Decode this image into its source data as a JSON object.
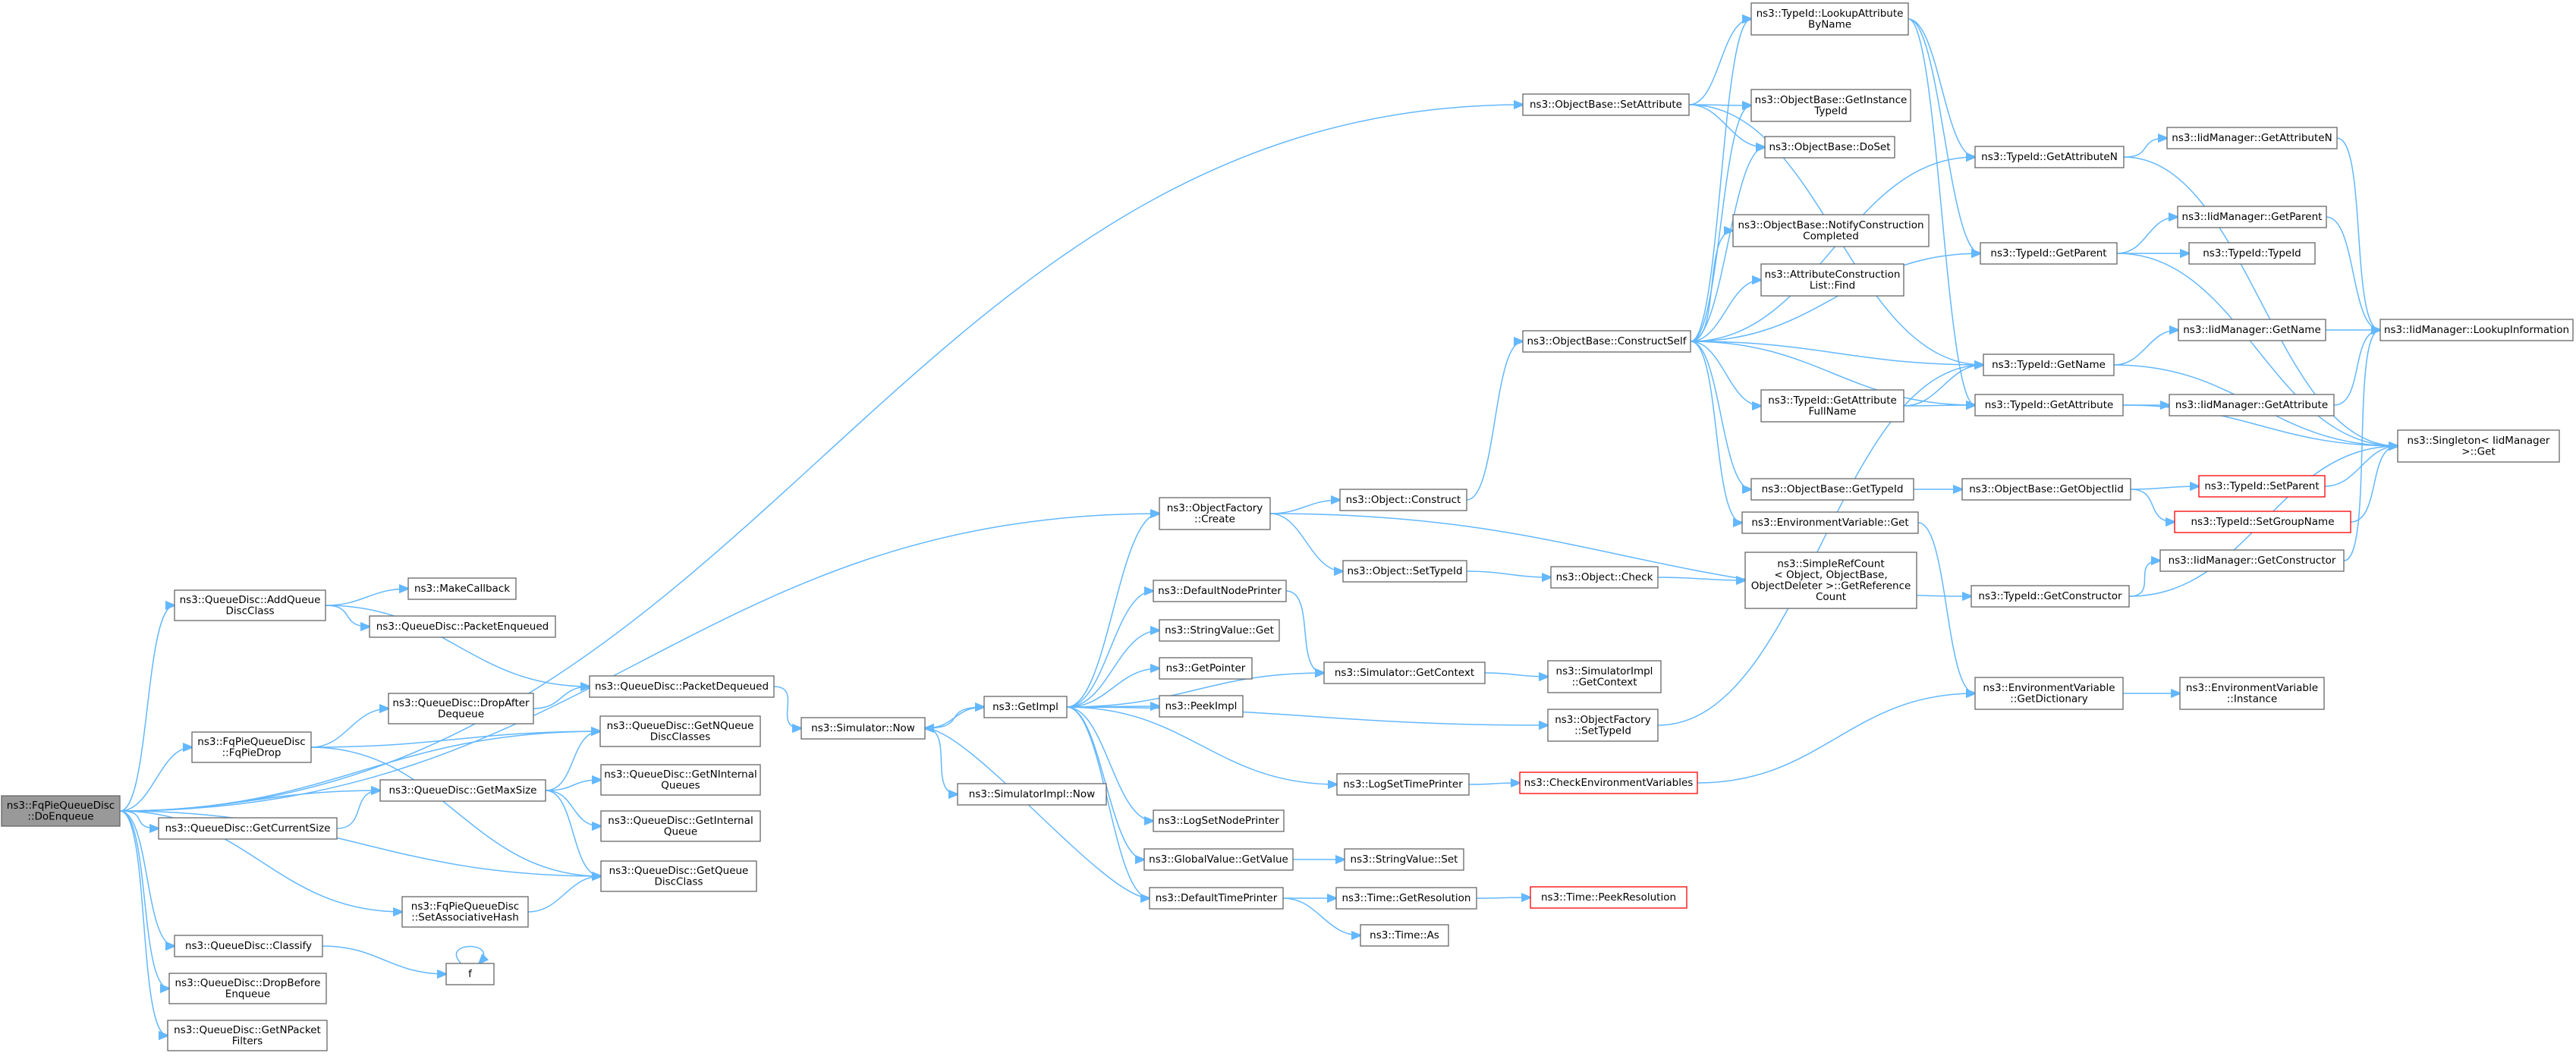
{
  "colors": {
    "edge": "#63b8ff",
    "node_border": "#666666",
    "root_fill": "#999999",
    "truncated_border": "#ff0000"
  },
  "nodes": [
    {
      "id": "root",
      "lines": [
        "ns3::FqPieQueueDisc",
        "::DoEnqueue"
      ],
      "root": true
    },
    {
      "id": "setattr",
      "lines": [
        "ns3::ObjectBase::SetAttribute"
      ]
    },
    {
      "id": "objfactory_create",
      "lines": [
        "ns3::ObjectFactory",
        "::Create"
      ]
    },
    {
      "id": "adddisc",
      "lines": [
        "ns3::QueueDisc::AddQueue",
        "DiscClass"
      ]
    },
    {
      "id": "fqpiedrop",
      "lines": [
        "ns3::FqPieQueueDisc",
        "::FqPieDrop"
      ]
    },
    {
      "id": "getcursize",
      "lines": [
        "ns3::QueueDisc::GetCurrentSize"
      ]
    },
    {
      "id": "classify",
      "lines": [
        "ns3::QueueDisc::Classify"
      ]
    },
    {
      "id": "dropbefore",
      "lines": [
        "ns3::QueueDisc::DropBefore",
        "Enqueue"
      ]
    },
    {
      "id": "getnpacketfilters",
      "lines": [
        "ns3::QueueDisc::GetNPacket",
        "Filters"
      ]
    },
    {
      "id": "makecallback",
      "lines": [
        "ns3::MakeCallback"
      ]
    },
    {
      "id": "pktenq",
      "lines": [
        "ns3::QueueDisc::PacketEnqueued"
      ]
    },
    {
      "id": "pktdeq",
      "lines": [
        "ns3::QueueDisc::PacketDequeued"
      ]
    },
    {
      "id": "dropafter",
      "lines": [
        "ns3::QueueDisc::DropAfter",
        "Dequeue"
      ]
    },
    {
      "id": "getnqueuediscclasses",
      "lines": [
        "ns3::QueueDisc::GetNQueue",
        "DiscClasses"
      ]
    },
    {
      "id": "getmaxsize",
      "lines": [
        "ns3::QueueDisc::GetMaxSize"
      ]
    },
    {
      "id": "getninternalqueues",
      "lines": [
        "ns3::QueueDisc::GetNInternal",
        "Queues"
      ]
    },
    {
      "id": "getinternalqueue",
      "lines": [
        "ns3::QueueDisc::GetInternal",
        "Queue"
      ]
    },
    {
      "id": "getqueuediscclass",
      "lines": [
        "ns3::QueueDisc::GetQueue",
        "DiscClass"
      ]
    },
    {
      "id": "setassochash",
      "lines": [
        "ns3::FqPieQueueDisc",
        "::SetAssociativeHash"
      ]
    },
    {
      "id": "f",
      "lines": [
        "f"
      ]
    },
    {
      "id": "simnow",
      "lines": [
        "ns3::Simulator::Now"
      ]
    },
    {
      "id": "simimplnow",
      "lines": [
        "ns3::SimulatorImpl::Now"
      ]
    },
    {
      "id": "getimpl",
      "lines": [
        "ns3::GetImpl"
      ]
    },
    {
      "id": "defaultnodeprinter",
      "lines": [
        "ns3::DefaultNodePrinter"
      ]
    },
    {
      "id": "stringvalueget",
      "lines": [
        "ns3::StringValue::Get"
      ]
    },
    {
      "id": "getpointer",
      "lines": [
        "ns3::GetPointer"
      ]
    },
    {
      "id": "peekimpl",
      "lines": [
        "ns3::PeekImpl"
      ]
    },
    {
      "id": "logsettimeprinter",
      "lines": [
        "ns3::LogSetTimePrinter"
      ]
    },
    {
      "id": "logsetnodeprinter",
      "lines": [
        "ns3::LogSetNodePrinter"
      ]
    },
    {
      "id": "globalvalueget",
      "lines": [
        "ns3::GlobalValue::GetValue"
      ]
    },
    {
      "id": "defaulttimeprinter",
      "lines": [
        "ns3::DefaultTimePrinter"
      ]
    },
    {
      "id": "objconstruct",
      "lines": [
        "ns3::Object::Construct"
      ]
    },
    {
      "id": "objsettypeid",
      "lines": [
        "ns3::Object::SetTypeId"
      ]
    },
    {
      "id": "simgetcontext",
      "lines": [
        "ns3::Simulator::GetContext"
      ]
    },
    {
      "id": "objfactorysettypeid",
      "lines": [
        "ns3::ObjectFactory",
        "::SetTypeId"
      ]
    },
    {
      "id": "checkenv",
      "lines": [
        "ns3::CheckEnvironmentVariables"
      ],
      "red": true
    },
    {
      "id": "stringvalueset",
      "lines": [
        "ns3::StringValue::Set"
      ]
    },
    {
      "id": "timegetres",
      "lines": [
        "ns3::Time::GetResolution"
      ]
    },
    {
      "id": "timeas",
      "lines": [
        "ns3::Time::As"
      ]
    },
    {
      "id": "constructself",
      "lines": [
        "ns3::ObjectBase::ConstructSelf"
      ]
    },
    {
      "id": "objcheck",
      "lines": [
        "ns3::Object::Check"
      ]
    },
    {
      "id": "simimplgetcontext",
      "lines": [
        "ns3::SimulatorImpl",
        "::GetContext"
      ]
    },
    {
      "id": "timepeekres",
      "lines": [
        "ns3::Time::PeekResolution"
      ],
      "red": true
    },
    {
      "id": "lookupattrbyname",
      "lines": [
        "ns3::TypeId::LookupAttribute",
        "ByName"
      ]
    },
    {
      "id": "getinstancetypeid",
      "lines": [
        "ns3::ObjectBase::GetInstance",
        "TypeId"
      ]
    },
    {
      "id": "doset",
      "lines": [
        "ns3::ObjectBase::DoSet"
      ]
    },
    {
      "id": "notifyconstruction",
      "lines": [
        "ns3::ObjectBase::NotifyConstruction",
        "Completed"
      ]
    },
    {
      "id": "attrconstructionfind",
      "lines": [
        "ns3::AttributeConstruction",
        "List::Find"
      ]
    },
    {
      "id": "getattributefullname",
      "lines": [
        "ns3::TypeId::GetAttribute",
        "FullName"
      ]
    },
    {
      "id": "obgettypeid",
      "lines": [
        "ns3::ObjectBase::GetTypeId"
      ]
    },
    {
      "id": "envvarget",
      "lines": [
        "ns3::EnvironmentVariable::Get"
      ]
    },
    {
      "id": "simplerefcount",
      "lines": [
        "ns3::SimpleRefCount",
        "< Object, ObjectBase,",
        "ObjectDeleter >::GetReference",
        "Count"
      ]
    },
    {
      "id": "typeidgetattributen",
      "lines": [
        "ns3::TypeId::GetAttributeN"
      ]
    },
    {
      "id": "typeidgetparent",
      "lines": [
        "ns3::TypeId::GetParent"
      ]
    },
    {
      "id": "typeidgetname",
      "lines": [
        "ns3::TypeId::GetName"
      ]
    },
    {
      "id": "typeidgetattribute",
      "lines": [
        "ns3::TypeId::GetAttribute"
      ]
    },
    {
      "id": "getobjectiid",
      "lines": [
        "ns3::ObjectBase::GetObjectIid"
      ]
    },
    {
      "id": "typeidgetconstructor",
      "lines": [
        "ns3::TypeId::GetConstructor"
      ]
    },
    {
      "id": "envvargetdict",
      "lines": [
        "ns3::EnvironmentVariable",
        "::GetDictionary"
      ]
    },
    {
      "id": "iidgetattributen",
      "lines": [
        "ns3::IidManager::GetAttributeN"
      ]
    },
    {
      "id": "iidgetparent",
      "lines": [
        "ns3::IidManager::GetParent"
      ]
    },
    {
      "id": "typeidtypeid",
      "lines": [
        "ns3::TypeId::TypeId"
      ]
    },
    {
      "id": "iidgetname",
      "lines": [
        "ns3::IidManager::GetName"
      ]
    },
    {
      "id": "iidgetattribute",
      "lines": [
        "ns3::IidManager::GetAttribute"
      ]
    },
    {
      "id": "typeidsetparent",
      "lines": [
        "ns3::TypeId::SetParent"
      ],
      "red": true
    },
    {
      "id": "typeidsetgroupname",
      "lines": [
        "ns3::TypeId::SetGroupName"
      ],
      "red": true
    },
    {
      "id": "iidgetconstructor",
      "lines": [
        "ns3::IidManager::GetConstructor"
      ]
    },
    {
      "id": "envvarinstance",
      "lines": [
        "ns3::EnvironmentVariable",
        "::Instance"
      ]
    },
    {
      "id": "iidlookupinfo",
      "lines": [
        "ns3::IidManager::LookupInformation"
      ]
    },
    {
      "id": "singletonget",
      "lines": [
        "ns3::Singleton< IidManager",
        ">::Get"
      ]
    }
  ]
}
